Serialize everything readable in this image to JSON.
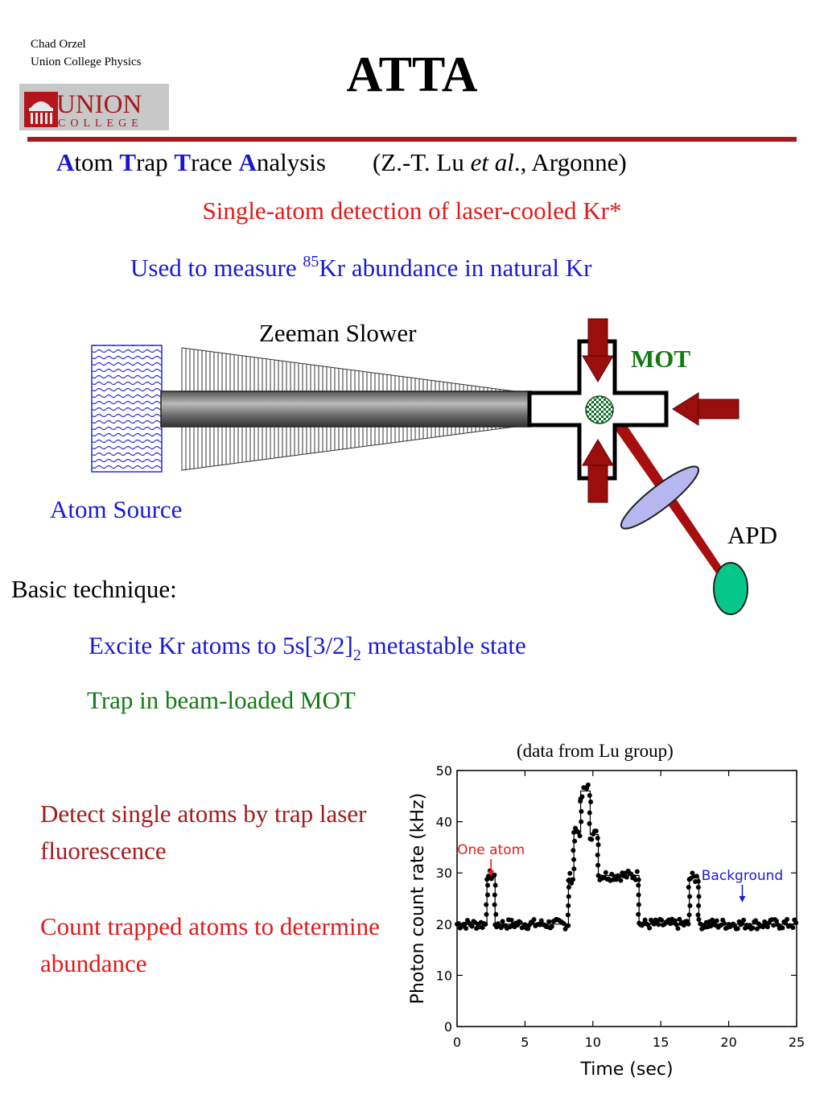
{
  "header": {
    "author": "Chad Orzel",
    "affiliation": "Union College Physics",
    "title": "ATTA",
    "logo_text_1": "UNION",
    "logo_text_2": "COLLEGE",
    "rule_color": "#a31b1e"
  },
  "acronym": {
    "parts": [
      {
        "initial": "A",
        "rest": "tom "
      },
      {
        "initial": "T",
        "rest": "rap "
      },
      {
        "initial": "T",
        "rest": "race "
      },
      {
        "initial": "A",
        "rest": "nalysis"
      }
    ],
    "reference_prefix": "(Z.-T. Lu ",
    "reference_italic": "et al",
    "reference_suffix": "., Argonne)"
  },
  "summary": {
    "line1": "Single-atom detection of laser-cooled Kr*",
    "line2_prefix": "Used to measure ",
    "line2_sup": "85",
    "line2_suffix": "Kr abundance in natural Kr"
  },
  "diagram": {
    "zeeman_label": "Zeeman Slower",
    "mot_label": "MOT",
    "source_label": "Atom Source",
    "apd_label": "APD",
    "colors": {
      "arrow": "#9b0e0e",
      "mot_label": "#137a13",
      "source_label": "#1a1ad6",
      "apd": "#06c78a",
      "lens": "#b8b8f0"
    }
  },
  "technique": {
    "heading": "Basic technique:",
    "step1_prefix": "Excite Kr atoms to 5s[3/2]",
    "step1_sub": "2",
    "step1_suffix": " metastable state",
    "step2": "Trap in beam-loaded MOT",
    "step3": "Detect single atoms by trap laser fluorescence",
    "step4": "Count trapped atoms to determine abundance"
  },
  "plot_credit": "(data from Lu group)",
  "chart_data": {
    "type": "scatter",
    "xlabel": "Time (sec)",
    "ylabel": "Photon count rate (kHz)",
    "xlim": [
      0,
      25
    ],
    "ylim": [
      0,
      50
    ],
    "xticks": [
      0,
      5,
      10,
      15,
      20,
      25
    ],
    "yticks": [
      0,
      10,
      20,
      30,
      40,
      50
    ],
    "annotations": [
      {
        "text": "One atom",
        "x": 2.5,
        "y": 33,
        "color": "#e01a1a"
      },
      {
        "text": "Background",
        "x": 21,
        "y": 28,
        "color": "#1a1ad6"
      }
    ],
    "series": [
      {
        "segments": [
          {
            "x0": 0.0,
            "x1": 2.2,
            "level": 20
          },
          {
            "x0": 2.2,
            "x1": 2.8,
            "level": 29.5
          },
          {
            "x0": 2.8,
            "x1": 8.2,
            "level": 20
          },
          {
            "x0": 8.2,
            "x1": 8.6,
            "level": 29
          },
          {
            "x0": 8.6,
            "x1": 9.1,
            "level": 38
          },
          {
            "x0": 9.1,
            "x1": 9.8,
            "level": 46
          },
          {
            "x0": 9.8,
            "x1": 10.4,
            "level": 37.5
          },
          {
            "x0": 10.4,
            "x1": 13.4,
            "level": 29.5
          },
          {
            "x0": 13.4,
            "x1": 17.1,
            "level": 20
          },
          {
            "x0": 17.1,
            "x1": 17.8,
            "level": 29
          },
          {
            "x0": 17.8,
            "x1": 25.0,
            "level": 20
          }
        ]
      }
    ]
  }
}
